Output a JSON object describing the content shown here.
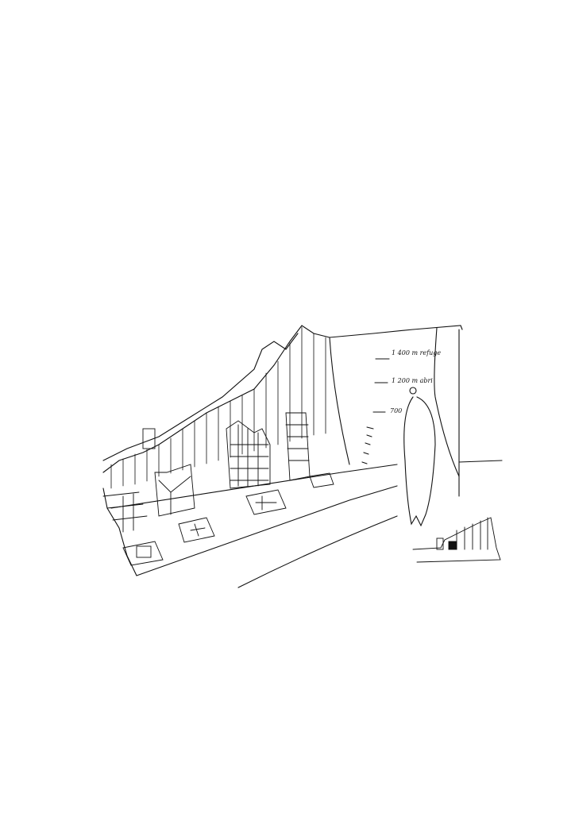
{
  "annotations": [
    {
      "text": "1 400 m refuge"
    },
    {
      "text": "1 200 m abri"
    },
    {
      "text": "700"
    }
  ],
  "colors": {
    "ink": "#111111",
    "paper": "#ffffff"
  }
}
